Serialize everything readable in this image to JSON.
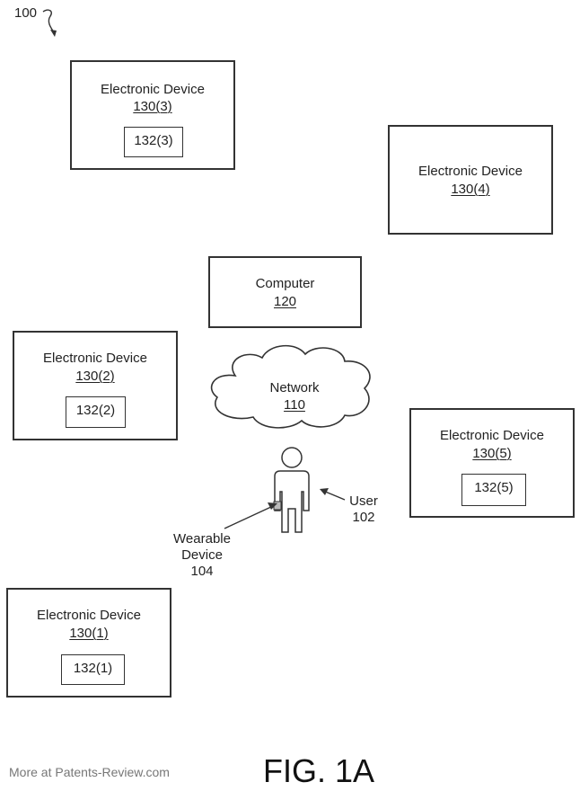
{
  "figure": {
    "ref_number": "100",
    "caption": "FIG. 1A",
    "watermark": "More at Patents-Review.com"
  },
  "devices": [
    {
      "title": "Electronic Device",
      "ref": "130(3)",
      "sub": "132(3)"
    },
    {
      "title": "Electronic Device",
      "ref": "130(4)"
    },
    {
      "title": "Electronic Device",
      "ref": "130(2)",
      "sub": "132(2)"
    },
    {
      "title": "Electronic Device",
      "ref": "130(5)",
      "sub": "132(5)"
    },
    {
      "title": "Electronic Device",
      "ref": "130(1)",
      "sub": "132(1)"
    }
  ],
  "computer": {
    "title": "Computer",
    "ref": "120"
  },
  "network": {
    "title": "Network",
    "ref": "110"
  },
  "user": {
    "label": "User",
    "ref": "102"
  },
  "wearable": {
    "line1": "Wearable",
    "line2": "Device",
    "ref": "104"
  }
}
